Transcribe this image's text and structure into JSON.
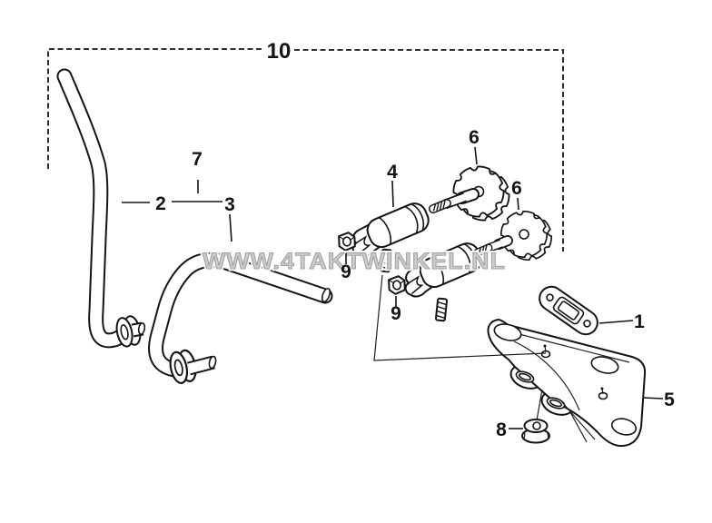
{
  "diagram": {
    "type": "exploded-parts-diagram",
    "background": "#ffffff",
    "ink": "#141414",
    "watermark": {
      "text": "WWW.4TAKTWINKEL.NL",
      "fill": "#c9c9c9",
      "edge": "#9d9d9d",
      "halo": "#ffffff"
    },
    "callouts": [
      {
        "label": "1"
      },
      {
        "label": "2"
      },
      {
        "label": "3"
      },
      {
        "label": "4"
      },
      {
        "label": "5"
      },
      {
        "label": "6"
      },
      {
        "label": "6"
      },
      {
        "label": "7"
      },
      {
        "label": "8"
      },
      {
        "label": "9"
      },
      {
        "label": "9"
      },
      {
        "label": "10"
      }
    ]
  }
}
